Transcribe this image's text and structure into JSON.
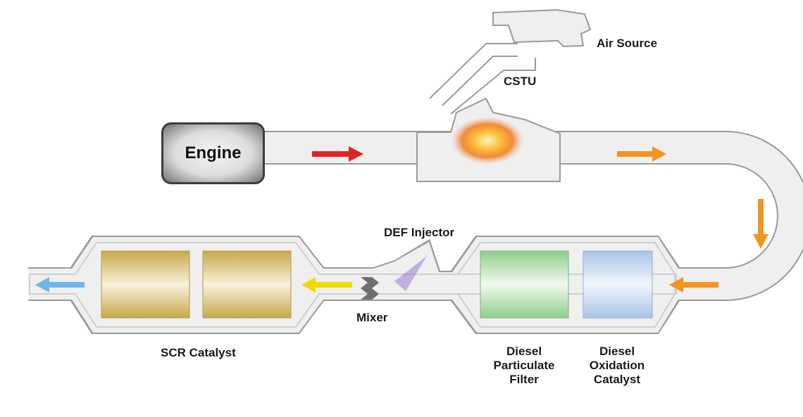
{
  "labels": {
    "engine": "Engine",
    "air_source": "Air Source",
    "cstu": "CSTU",
    "def_injector": "DEF Injector",
    "mixer": "Mixer",
    "scr_catalyst": "SCR Catalyst",
    "dpf_line1": "Diesel",
    "dpf_line2": "Particulate",
    "dpf_line3": "Filter",
    "doc_line1": "Diesel",
    "doc_line2": "Oxidation",
    "doc_line3": "Catalyst"
  },
  "colors": {
    "pipe_fill": "#efefef",
    "pipe_stroke": "#9a9a9a",
    "arrow_hot": "#e02424",
    "arrow_warm": "#f29422",
    "arrow_def": "#f5d800",
    "arrow_clean": "#6cb8ea",
    "scr_block": "#c9a84a",
    "dpf_block": "#8fcf8a",
    "doc_block": "#a9c3e6",
    "flame": "#f7a21b",
    "mixer": "#6e6e6e",
    "def_spray": "#8a63c9"
  },
  "icons": {
    "flame": "flame-icon",
    "mixer": "mixer-icon",
    "spray": "def-spray-icon"
  }
}
